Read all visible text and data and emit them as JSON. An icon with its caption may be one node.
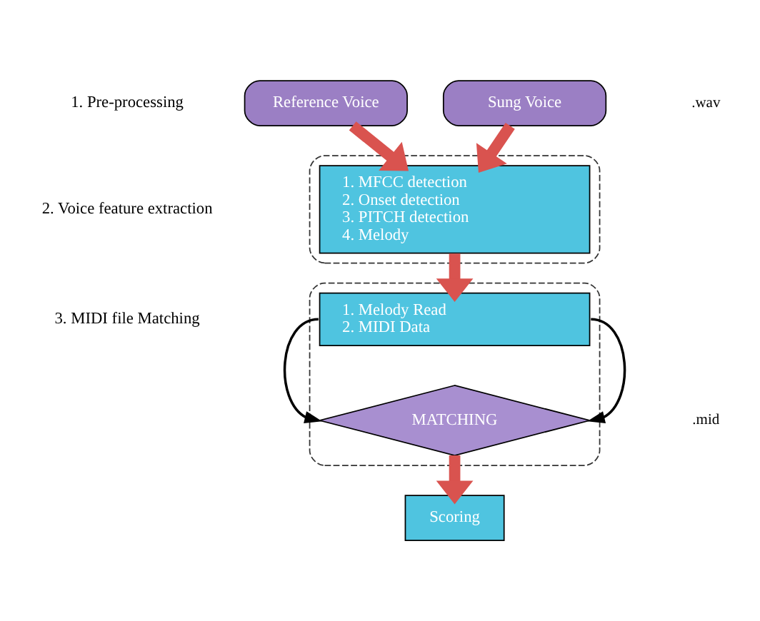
{
  "diagram": {
    "nodes": [
      {
        "text": [
          "Reference Voice"
        ]
      },
      {
        "text": [
          "Sung Voice"
        ]
      },
      {
        "text": [],
        "shape": "box"
      },
      {
        "text": [
          "1. MFCC detection",
          "2. Onset detection",
          "3. PITCH detection",
          "4. Melody"
        ],
        "in": 2
      },
      {
        "text": [],
        "shape": "box"
      },
      {
        "text": [
          "1. Melody Read",
          "2. MIDI Data"
        ],
        "in": 4
      },
      {
        "text": [
          "MATCHING"
        ],
        "in": 4
      },
      {
        "text": [
          "Scoring"
        ]
      }
    ],
    "edges": [
      {
        "from": 0,
        "to": 3,
        "arrow": "to"
      },
      {
        "from": 1,
        "to": 3,
        "arrow": "to"
      },
      {
        "from": 3,
        "to": 5,
        "arrow": "to"
      },
      {
        "from": 5,
        "to": 6,
        "arrow": "to",
        "color": "#000000"
      },
      {
        "from": 5,
        "to": 6,
        "arrow": "to",
        "color": "#000000"
      },
      {
        "from": 6,
        "to": 7,
        "arrow": "to"
      }
    ],
    "labels": [
      "1. Pre-processing",
      ".wav",
      "2. Voice feature extraction",
      "3. MIDI file Matching",
      ".mid"
    ]
  }
}
